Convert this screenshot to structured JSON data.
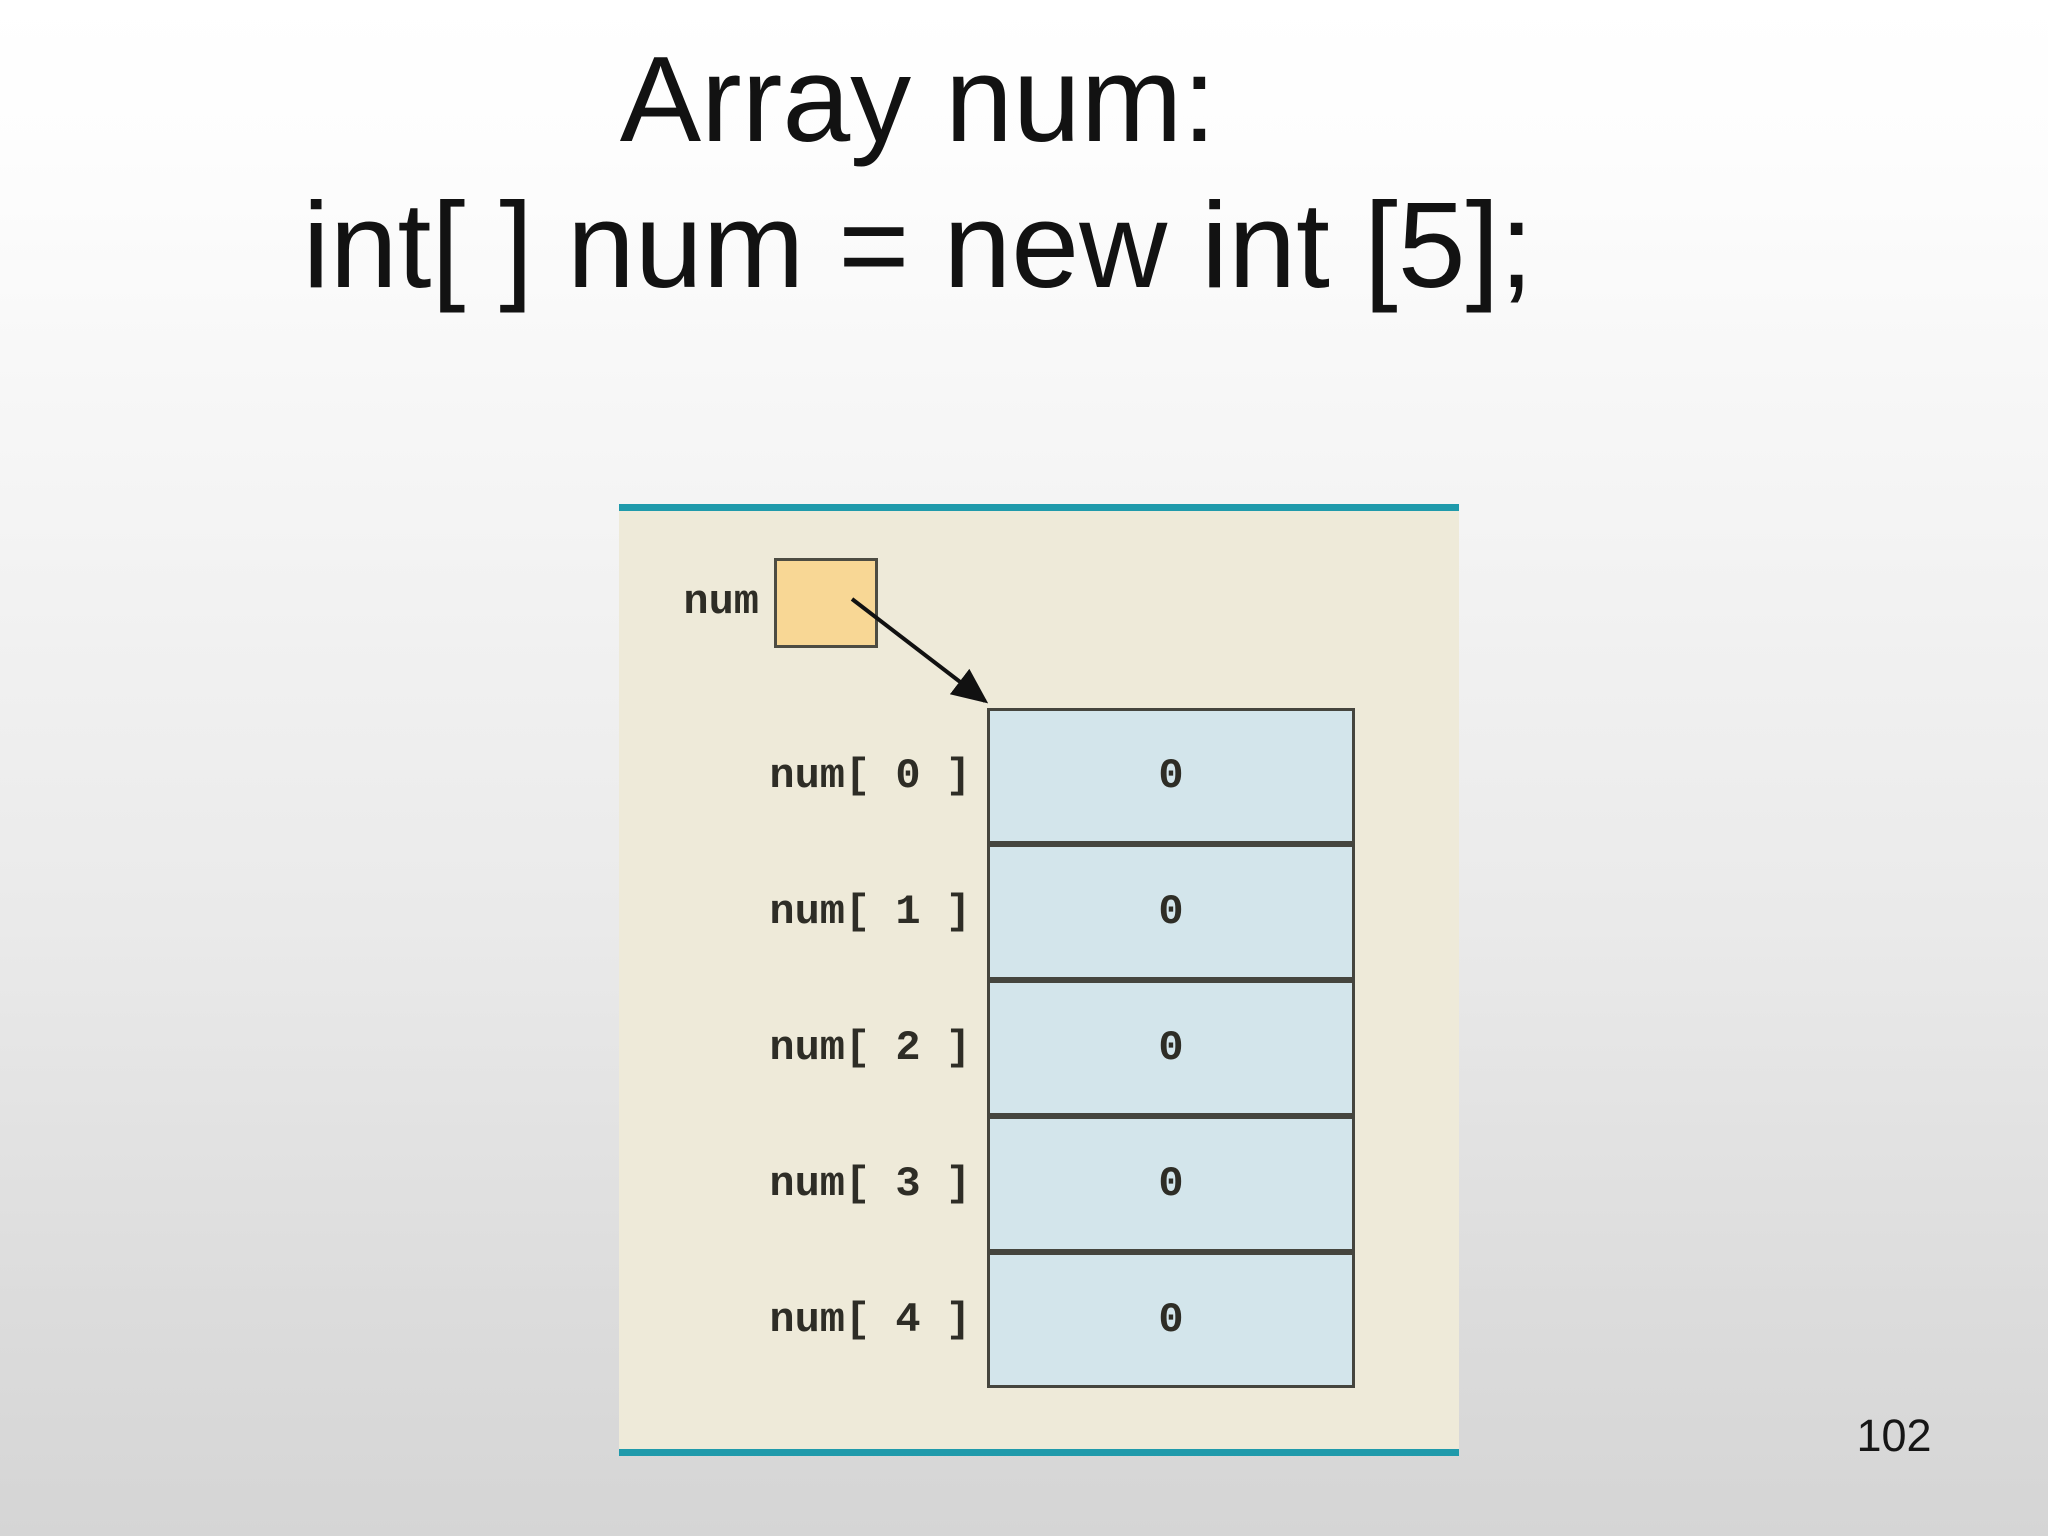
{
  "slide": {
    "title_line1": "Array num:",
    "title_line2": "int[ ] num = new int [5];",
    "page_number": "102"
  },
  "diagram": {
    "description": "Reference variable num points to an array of 5 int elements, all initialized to 0",
    "reference_label": "num",
    "cells": [
      {
        "label": "num[ 0 ]",
        "value": "0"
      },
      {
        "label": "num[ 1 ]",
        "value": "0"
      },
      {
        "label": "num[ 2 ]",
        "value": "0"
      },
      {
        "label": "num[ 3 ]",
        "value": "0"
      },
      {
        "label": "num[ 4 ]",
        "value": "0"
      }
    ],
    "colors": {
      "panel_background": "#eeead9",
      "accent_teal": "#1f9aab",
      "reference_box_fill": "#f8d795",
      "cell_fill": "#d3e5eb",
      "border_dark": "#45453e",
      "arrow": "#111111"
    }
  }
}
